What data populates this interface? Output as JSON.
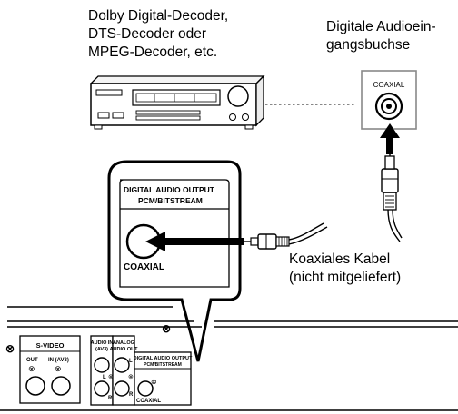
{
  "labels": {
    "decoder": [
      "Dolby Digital-Decoder,",
      "DTS-Decoder oder",
      "MPEG-Decoder, etc."
    ],
    "audio_input": [
      "Digitale Audioein-",
      "gangsbuchse"
    ],
    "cable": [
      "Koaxiales Kabel",
      "(nicht mitgeliefert)"
    ]
  },
  "receiver_jack": {
    "label": "COAXIAL"
  },
  "zoom_panel": {
    "header_line1": "DIGITAL AUDIO OUTPUT",
    "header_line2": "PCM/BITSTREAM",
    "jack_label": "COAXIAL"
  },
  "rear_panel": {
    "svideo_label": "S-VIDEO",
    "out_label": "OUT",
    "in_label": "IN (AV3)",
    "audio_in_line1": "AUDIO IN",
    "audio_in_line2": "(AV3)",
    "analog_line1": "ANALOG",
    "analog_line2": "AUDIO OUT",
    "digital_line1": "DIGITAL AUDIO OUTPUT",
    "digital_line2": "PCM/BITSTREAM",
    "coaxial_label": "COAXIAL",
    "l_label": "L",
    "r_label": "R"
  }
}
